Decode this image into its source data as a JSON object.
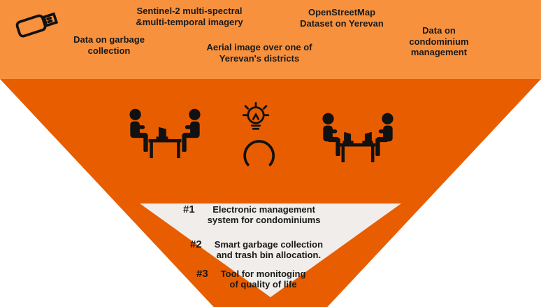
{
  "colors": {
    "band_top": "#F7913D",
    "funnel": "#E85D00",
    "tray": "#F0EDEA",
    "text": "#1A1A1A",
    "icon": "#111111"
  },
  "top_band": {
    "icon": "usb-flash-drive-icon",
    "items": [
      {
        "id": "sentinel",
        "label": "Sentinel-2 multi-spectral\n&multi-temporal imagery"
      },
      {
        "id": "openstreetmap",
        "label": "OpenStreetMap\nDataset on Yerevan"
      },
      {
        "id": "garbage",
        "label": "Data on garbage\ncollection"
      },
      {
        "id": "aerial",
        "label": "Aerial image over one of\nYerevan's districts"
      },
      {
        "id": "condominium",
        "label": "Data on\ncondominium\nmanagement"
      }
    ]
  },
  "process_icons": [
    "team-meeting-table-icon",
    "idea-lightbulb-person-icon",
    "pair-working-laptops-icon"
  ],
  "outputs": [
    {
      "number": "#1",
      "label": "Electronic management\nsystem for condominiums"
    },
    {
      "number": "#2",
      "label": "Smart garbage collection\nand trash bin allocation."
    },
    {
      "number": "#3",
      "label": "Tool for monitoging\nof quality of life"
    }
  ]
}
